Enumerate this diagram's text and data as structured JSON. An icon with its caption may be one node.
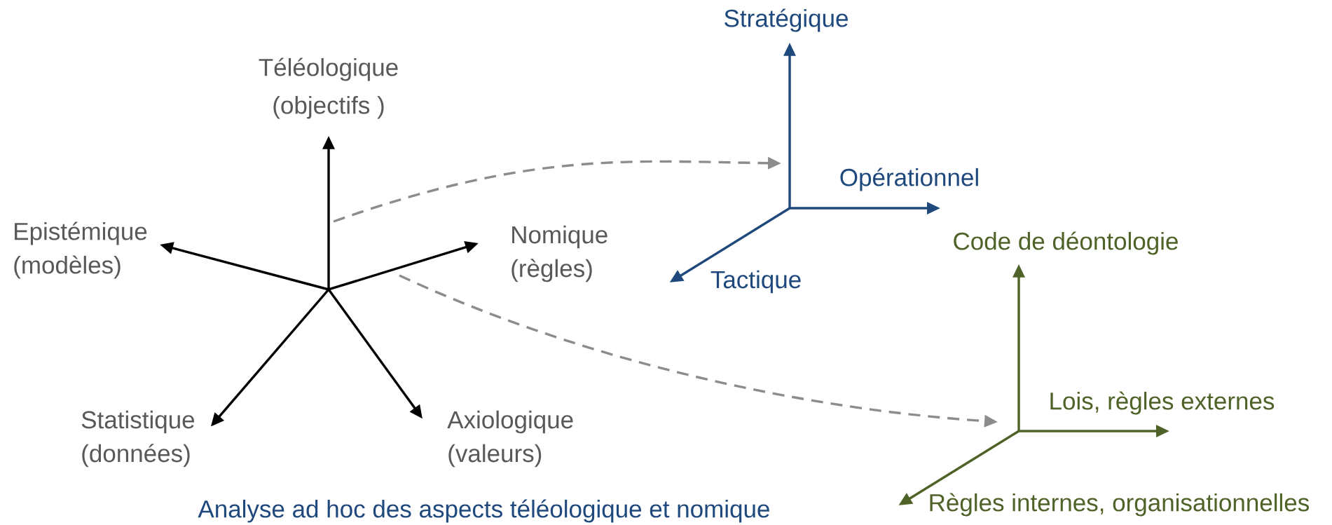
{
  "diagram": {
    "caption": "Analyse ad hoc des aspects téléologique et nomique",
    "nodes": [
      {
        "text": [
          "Téléologique",
          "(objectifs )"
        ]
      },
      {
        "text": [
          "Epistémique",
          "(modèles)"
        ]
      },
      {
        "text": [
          "Nomique",
          "(règles)"
        ]
      },
      {
        "text": [
          "Statistique",
          "(données)"
        ]
      },
      {
        "text": [
          "Axiologique",
          "(valeurs)"
        ]
      },
      {
        "text": [
          "Stratégique"
        ]
      },
      {
        "text": [
          "Opérationnel"
        ]
      },
      {
        "text": [
          "Tactique"
        ]
      },
      {
        "text": [
          "Code de déontologie"
        ]
      },
      {
        "text": [
          "Lois, règles externes"
        ]
      },
      {
        "text": [
          "Règles internes, organisationnelles"
        ]
      }
    ],
    "edges": [
      {
        "from": null,
        "to": 0,
        "arrow": "to"
      },
      {
        "from": null,
        "to": 1,
        "arrow": "to"
      },
      {
        "from": null,
        "to": 2,
        "arrow": "to"
      },
      {
        "from": null,
        "to": 3,
        "arrow": "to"
      },
      {
        "from": null,
        "to": 4,
        "arrow": "to"
      },
      {
        "from": null,
        "to": 5,
        "arrow": "to",
        "color": "#1f497d"
      },
      {
        "from": null,
        "to": 6,
        "arrow": "to",
        "color": "#1f497d"
      },
      {
        "from": null,
        "to": 7,
        "arrow": "to",
        "color": "#1f497d"
      },
      {
        "from": null,
        "to": 8,
        "arrow": "to",
        "color": "#4f6228"
      },
      {
        "from": null,
        "to": 9,
        "arrow": "to",
        "color": "#4f6228"
      },
      {
        "from": null,
        "to": 10,
        "arrow": "to",
        "color": "#4f6228"
      }
    ]
  }
}
